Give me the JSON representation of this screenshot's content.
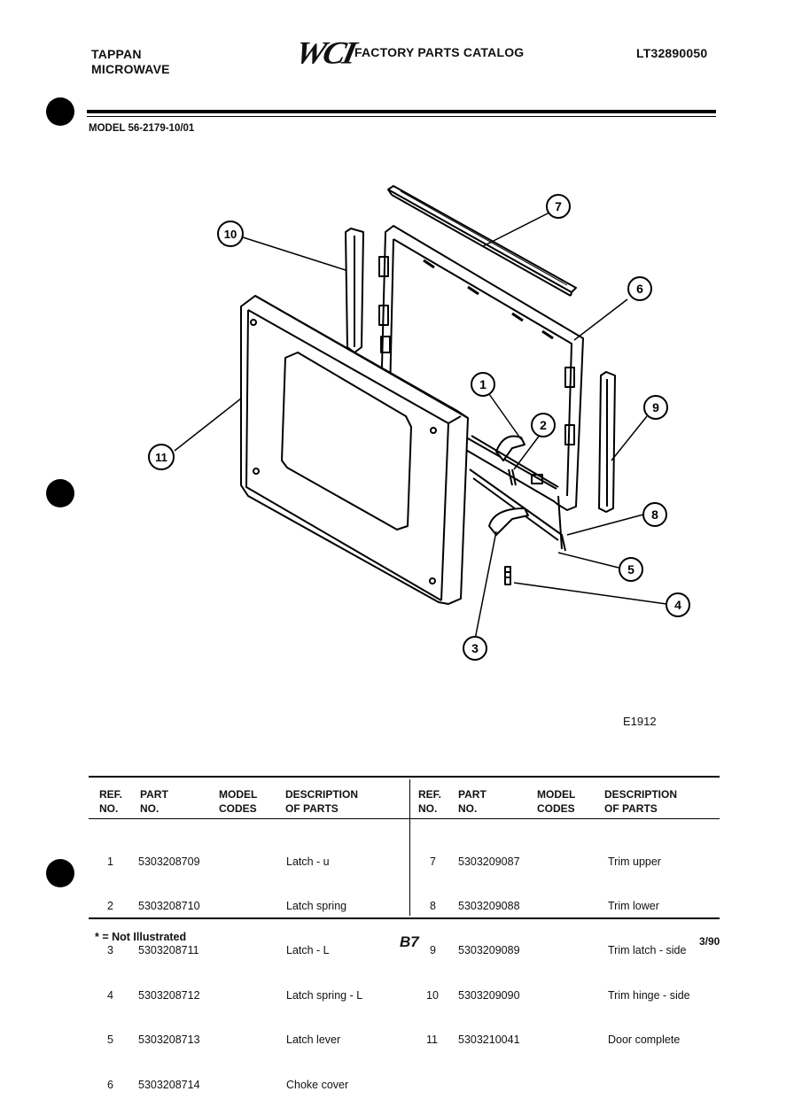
{
  "header": {
    "brand_line1": "TAPPAN",
    "brand_line2": "MICROWAVE",
    "logo": "WCI",
    "catalog_title": "FACTORY PARTS CATALOG",
    "catalog_number": "LT32890050",
    "model": "MODEL 56-2179-10/01"
  },
  "diagram": {
    "figure_code": "E1912",
    "callouts": [
      "1",
      "2",
      "3",
      "4",
      "5",
      "6",
      "7",
      "8",
      "9",
      "10",
      "11"
    ]
  },
  "table": {
    "headers": {
      "ref": [
        "REF.",
        "NO."
      ],
      "part": [
        "PART",
        "NO."
      ],
      "model": [
        "MODEL",
        "CODES"
      ],
      "desc": [
        "DESCRIPTION",
        "OF PARTS"
      ]
    },
    "left": [
      {
        "ref": "1",
        "part": "5303208709",
        "desc": "Latch - u"
      },
      {
        "ref": "2",
        "part": "5303208710",
        "desc": "Latch spring"
      },
      {
        "ref": "3",
        "part": "5303208711",
        "desc": "Latch - L"
      },
      {
        "ref": "4",
        "part": "5303208712",
        "desc": "Latch spring - L"
      },
      {
        "ref": "5",
        "part": "5303208713",
        "desc": "Latch lever"
      },
      {
        "ref": "6",
        "part": "5303208714",
        "desc": "Choke cover"
      }
    ],
    "right": [
      {
        "ref": "7",
        "part": "5303209087",
        "desc": "Trim upper"
      },
      {
        "ref": "8",
        "part": "5303209088",
        "desc": "Trim lower"
      },
      {
        "ref": "9",
        "part": "5303209089",
        "desc": "Trim latch - side"
      },
      {
        "ref": "10",
        "part": "5303209090",
        "desc": "Trim hinge - side"
      },
      {
        "ref": "11",
        "part": "5303210041",
        "desc": "Door complete"
      }
    ]
  },
  "footer": {
    "note": "* = Not Illustrated",
    "page": "B7",
    "date": "3/90"
  }
}
